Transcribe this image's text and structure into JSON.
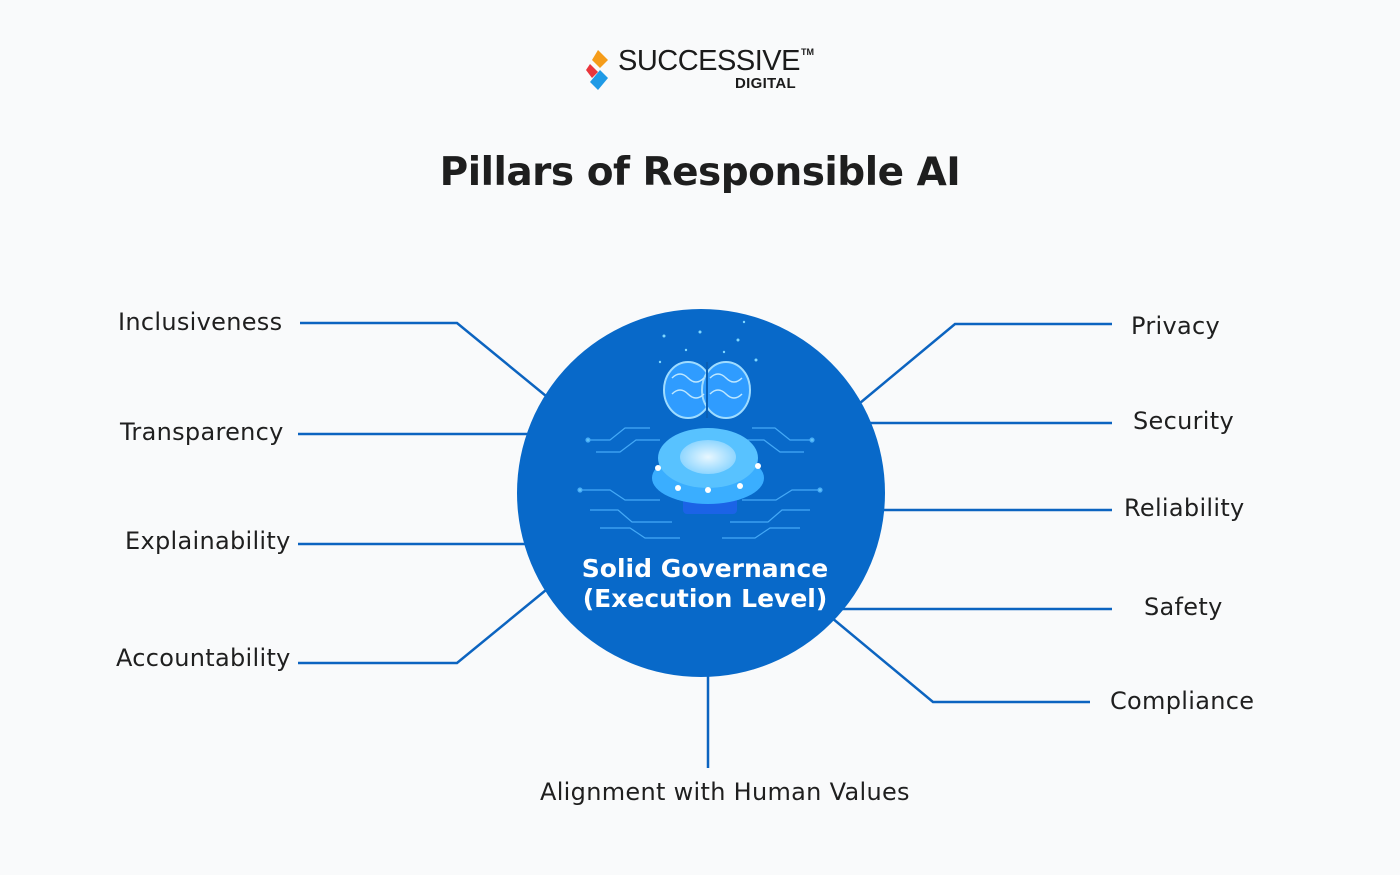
{
  "logo": {
    "word": "SUCCESSIVE",
    "tm": "TM",
    "sub": "DIGITAL"
  },
  "title": "Pillars of Responsible AI",
  "center": {
    "line1": "Solid Governance",
    "line2": "(Execution Level)"
  },
  "pillars_left": [
    "Inclusiveness",
    "Transparency",
    "Explainability",
    "Accountability"
  ],
  "pillars_right": [
    "Privacy",
    "Security",
    "Reliability",
    "Safety",
    "Compliance"
  ],
  "pillar_bottom": "Alignment with Human Values",
  "colors": {
    "circle": "#0869c9",
    "lines": "#0c64c0",
    "text": "#1f1f1f",
    "glow": "#5ab8ff"
  },
  "icons": [
    "successive-logo-icon",
    "brain-icon",
    "circuit-icon"
  ]
}
